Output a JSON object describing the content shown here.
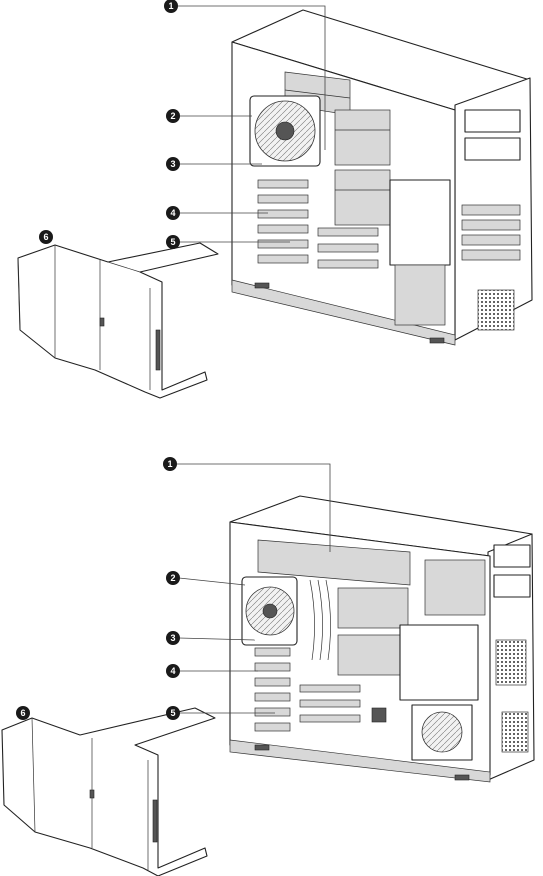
{
  "figures": [
    {
      "id": "top",
      "callouts": [
        {
          "number": "1"
        },
        {
          "number": "2"
        },
        {
          "number": "3"
        },
        {
          "number": "4"
        },
        {
          "number": "5"
        },
        {
          "number": "6"
        }
      ]
    },
    {
      "id": "bottom",
      "callouts": [
        {
          "number": "1"
        },
        {
          "number": "2"
        },
        {
          "number": "3"
        },
        {
          "number": "4"
        },
        {
          "number": "5"
        },
        {
          "number": "6"
        }
      ]
    }
  ]
}
